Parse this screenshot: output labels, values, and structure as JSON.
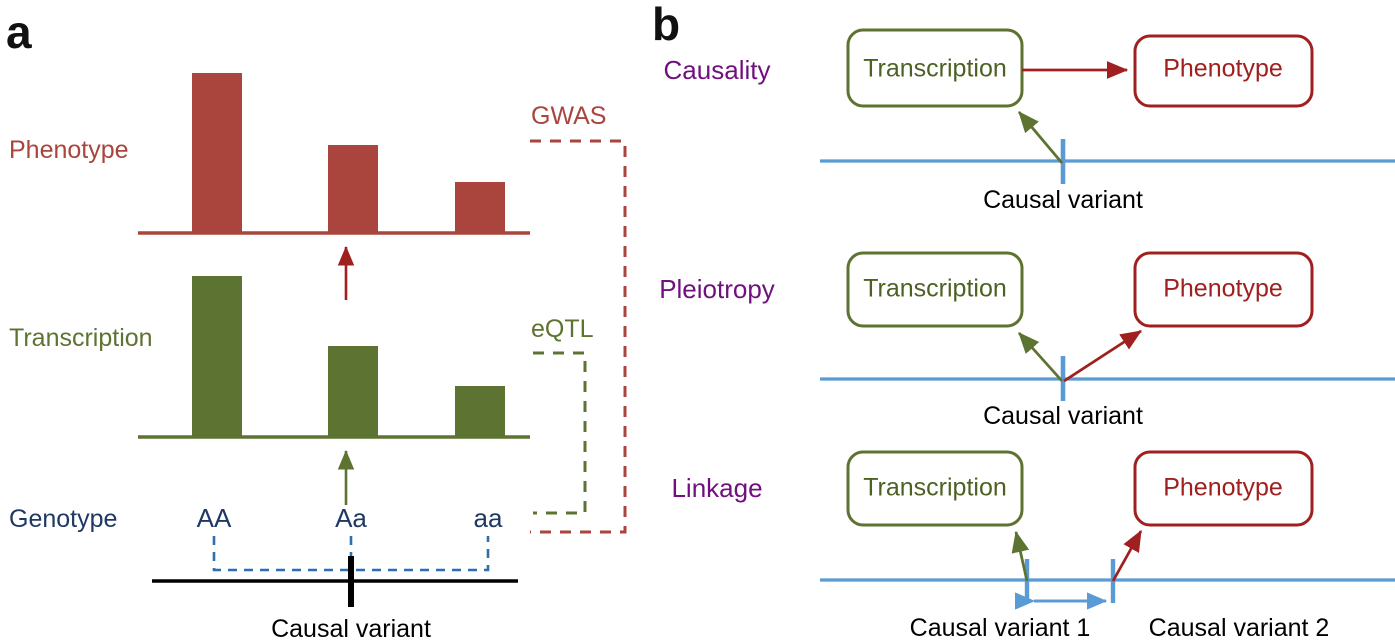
{
  "figure": {
    "panels": [
      {
        "letter": "a"
      },
      {
        "letter": "b"
      }
    ]
  },
  "colors": {
    "phenotype_red": "#a9453d",
    "transcription_green": "#5d7331",
    "genotype_blue": "#1f3864",
    "chromosome_blue": "#5b9bd5",
    "arrow_red_dark": "#a02020",
    "arrow_green": "#5d7331",
    "purple_label": "#70107e",
    "black": "#000000"
  },
  "panel_a": {
    "row_labels": {
      "phenotype": "Phenotype",
      "transcription": "Transcription",
      "genotype": "Genotype"
    },
    "brackets": {
      "gwas": "GWAS",
      "eqtl": "eQTL"
    },
    "genotype_ticks": [
      "AA",
      "Aa",
      "aa"
    ],
    "causal_variant_caption": "Causal variant"
  },
  "chart_data": [
    {
      "type": "bar",
      "title": "Phenotype",
      "categories": [
        "AA",
        "Aa",
        "aa"
      ],
      "values": [
        160,
        88,
        51
      ],
      "ylabel": "Phenotype",
      "xlabel": "Genotype",
      "ylim": [
        0,
        175
      ],
      "grid": false,
      "color": "#a9453d",
      "legend": "none"
    },
    {
      "type": "bar",
      "title": "Transcription",
      "categories": [
        "AA",
        "Aa",
        "aa"
      ],
      "values": [
        161,
        91,
        51
      ],
      "ylabel": "Transcription",
      "xlabel": "Genotype",
      "ylim": [
        0,
        175
      ],
      "grid": false,
      "color": "#5d7331",
      "legend": "none"
    }
  ],
  "panel_b": {
    "rows": [
      {
        "label": "Causality",
        "transcription_box": "Transcription",
        "phenotype_box": "Phenotype",
        "variant_captions": [
          "Causal variant"
        ]
      },
      {
        "label": "Pleiotropy",
        "transcription_box": "Transcription",
        "phenotype_box": "Phenotype",
        "variant_captions": [
          "Causal variant"
        ]
      },
      {
        "label": "Linkage",
        "transcription_box": "Transcription",
        "phenotype_box": "Phenotype",
        "variant_captions": [
          "Causal variant  1",
          "Causal variant  2"
        ]
      }
    ]
  }
}
